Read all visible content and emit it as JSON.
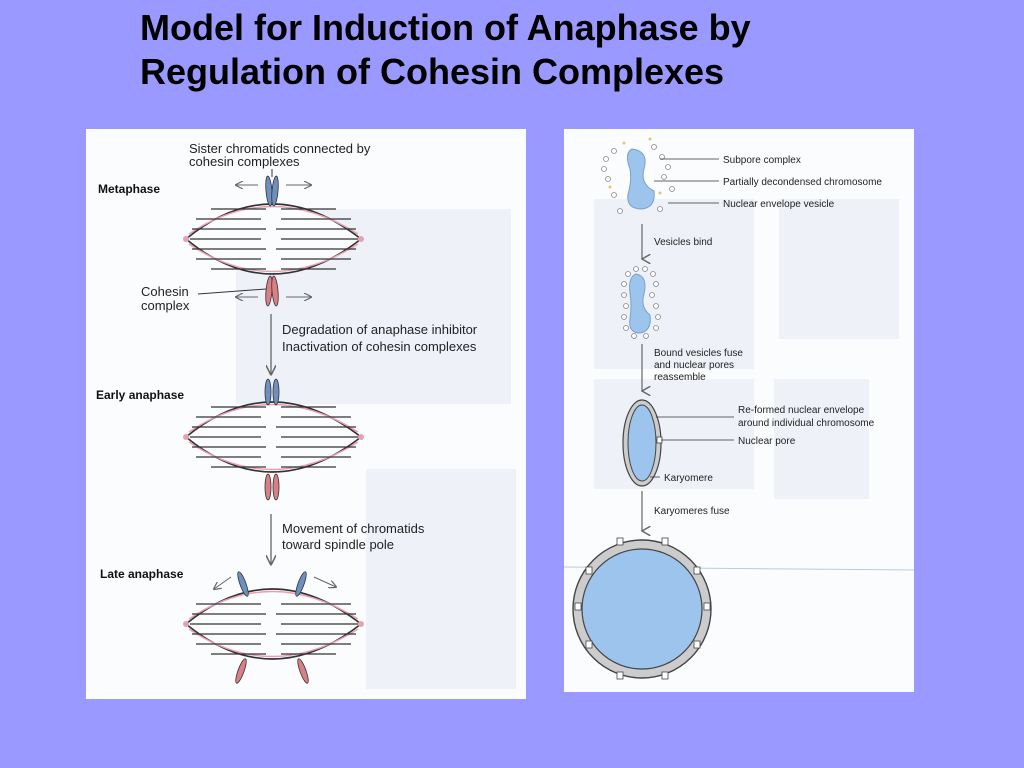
{
  "title": {
    "line1": "Model for Induction of Anaphase by",
    "line2": "Regulation of Cohesin Complexes"
  },
  "left_figure": {
    "stages": [
      "Metaphase",
      "Early anaphase",
      "Late anaphase"
    ],
    "callout_top": [
      "Sister chromatids connected by",
      "cohesin complexes"
    ],
    "callout_cohesin": [
      "Cohesin",
      "complex"
    ],
    "step1": [
      "Degradation of anaphase inhibitor",
      "Inactivation of cohesin complexes"
    ],
    "step2": [
      "Movement of chromatids",
      "toward spindle pole"
    ]
  },
  "right_figure": {
    "labels": {
      "subpore": "Subpore complex",
      "partial": "Partially decondensed chromosome",
      "vesicle": "Nuclear envelope vesicle",
      "reformed1": "Re-formed nuclear envelope",
      "reformed2": "around individual chromosome",
      "pore": "Nuclear pore",
      "karyomere": "Karyomere"
    },
    "steps": {
      "bind": "Vesicles bind",
      "fuse1": "Bound vesicles fuse",
      "fuse2": "and nuclear pores",
      "fuse3": "reassemble",
      "karyo_fuse": "Karyomeres fuse"
    }
  },
  "colors": {
    "background": "#9999ff",
    "spindle_pink": "#e8a0b0",
    "chromatid_blue": "#6e8fc0",
    "chromatid_pink": "#d97f86",
    "nucleus_blue": "#9cc4ec"
  }
}
